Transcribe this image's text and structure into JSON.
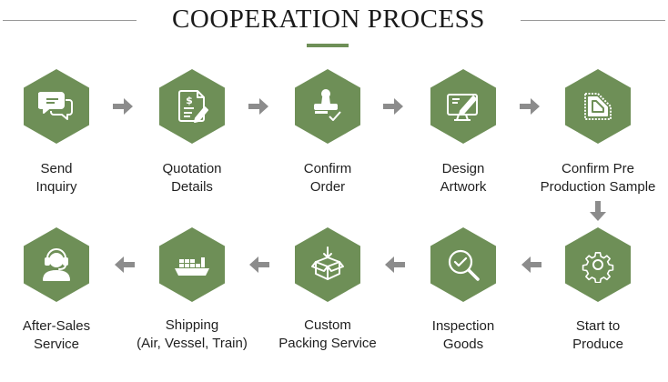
{
  "header": {
    "title": "COOPERATION PROCESS"
  },
  "colors": {
    "accent": "#6e8f57",
    "arrow": "#8c8c8c",
    "icon": "#ffffff"
  },
  "steps": [
    {
      "icon": "chat-bubbles-icon",
      "label": [
        "Send",
        "Inquiry"
      ]
    },
    {
      "icon": "quotation-document-icon",
      "label": [
        "Quotation",
        "Details"
      ]
    },
    {
      "icon": "stamp-approve-icon",
      "label": [
        "Confirm",
        "Order"
      ]
    },
    {
      "icon": "design-monitor-icon",
      "label": [
        "Design",
        "Artwork"
      ]
    },
    {
      "icon": "fabric-sample-icon",
      "label": [
        "Confirm Pre",
        "Production Sample"
      ]
    },
    {
      "icon": "gear-icon",
      "label": [
        "Start to",
        "Produce"
      ]
    },
    {
      "icon": "inspection-magnifier-icon",
      "label": [
        "Inspection",
        "Goods"
      ]
    },
    {
      "icon": "package-box-icon",
      "label": [
        "Custom",
        "Packing Service"
      ]
    },
    {
      "icon": "cargo-ship-icon",
      "label": [
        "Shipping",
        "(Air, Vessel, Train)"
      ]
    },
    {
      "icon": "support-headset-icon",
      "label": [
        "After-Sales",
        "Service"
      ]
    }
  ]
}
